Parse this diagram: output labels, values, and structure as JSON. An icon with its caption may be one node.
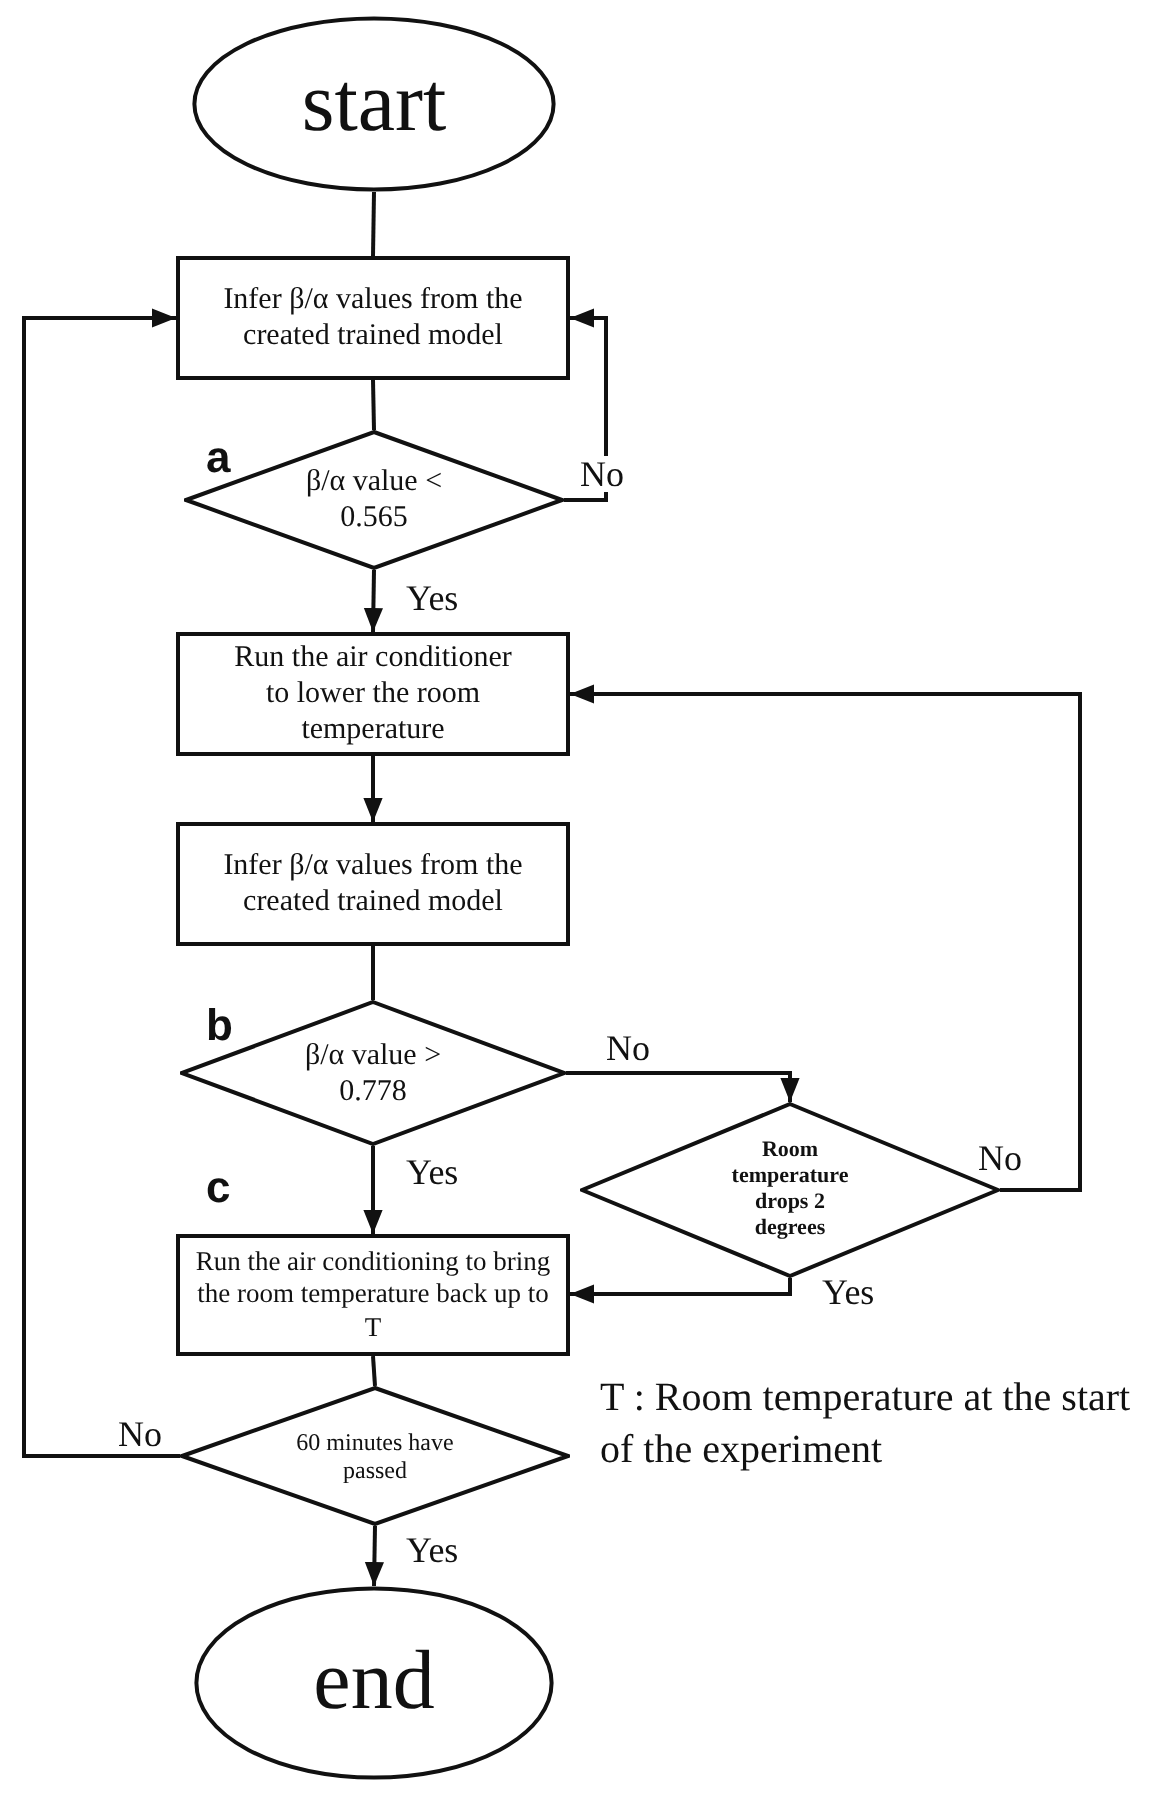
{
  "diagram": {
    "nodes": [
      {
        "text": [
          "start"
        ]
      },
      {
        "text": [
          "Infer β/α values from the created trained model"
        ]
      },
      {
        "text": [
          "β/α value < 0.565"
        ],
        "beside": [
          "a"
        ]
      },
      {
        "text": [
          "Run the air conditioner to lower the room temperature"
        ]
      },
      {
        "text": [
          "Infer β/α values from the created trained model"
        ]
      },
      {
        "text": [
          "β/α value > 0.778"
        ],
        "beside": [
          "b"
        ]
      },
      {
        "text": [
          "Room temperature drops 2 degrees"
        ]
      },
      {
        "text": [
          "Run the air conditioning to bring the room temperature back up to T"
        ],
        "beside": [
          "c"
        ]
      },
      {
        "text": [
          "60 minutes have passed"
        ]
      },
      {
        "text": [
          "end"
        ]
      }
    ],
    "edges": [
      {
        "from": 0,
        "to": 1,
        "arrow": "none"
      },
      {
        "from": 1,
        "to": 2,
        "arrow": "none"
      },
      {
        "from": 2,
        "to": 3,
        "arrow": "to",
        "label": "Yes"
      },
      {
        "from": 2,
        "to": 1,
        "arrow": "to",
        "label": "No"
      },
      {
        "from": 3,
        "to": 4,
        "arrow": "to"
      },
      {
        "from": 4,
        "to": 5,
        "arrow": "none"
      },
      {
        "from": 5,
        "to": 7,
        "arrow": "to",
        "label": "Yes"
      },
      {
        "from": 5,
        "to": 6,
        "arrow": "to",
        "label": "No"
      },
      {
        "from": 6,
        "to": 3,
        "arrow": "to",
        "label": "No"
      },
      {
        "from": 6,
        "to": 7,
        "arrow": "to",
        "label": "Yes"
      },
      {
        "from": 7,
        "to": 8,
        "arrow": "none"
      },
      {
        "from": 8,
        "to": 9,
        "arrow": "to",
        "label": "Yes"
      },
      {
        "from": 8,
        "to": 1,
        "arrow": "to",
        "label": "No"
      }
    ],
    "labels": [
      "T : Room temperature at the start of the experiment"
    ]
  }
}
